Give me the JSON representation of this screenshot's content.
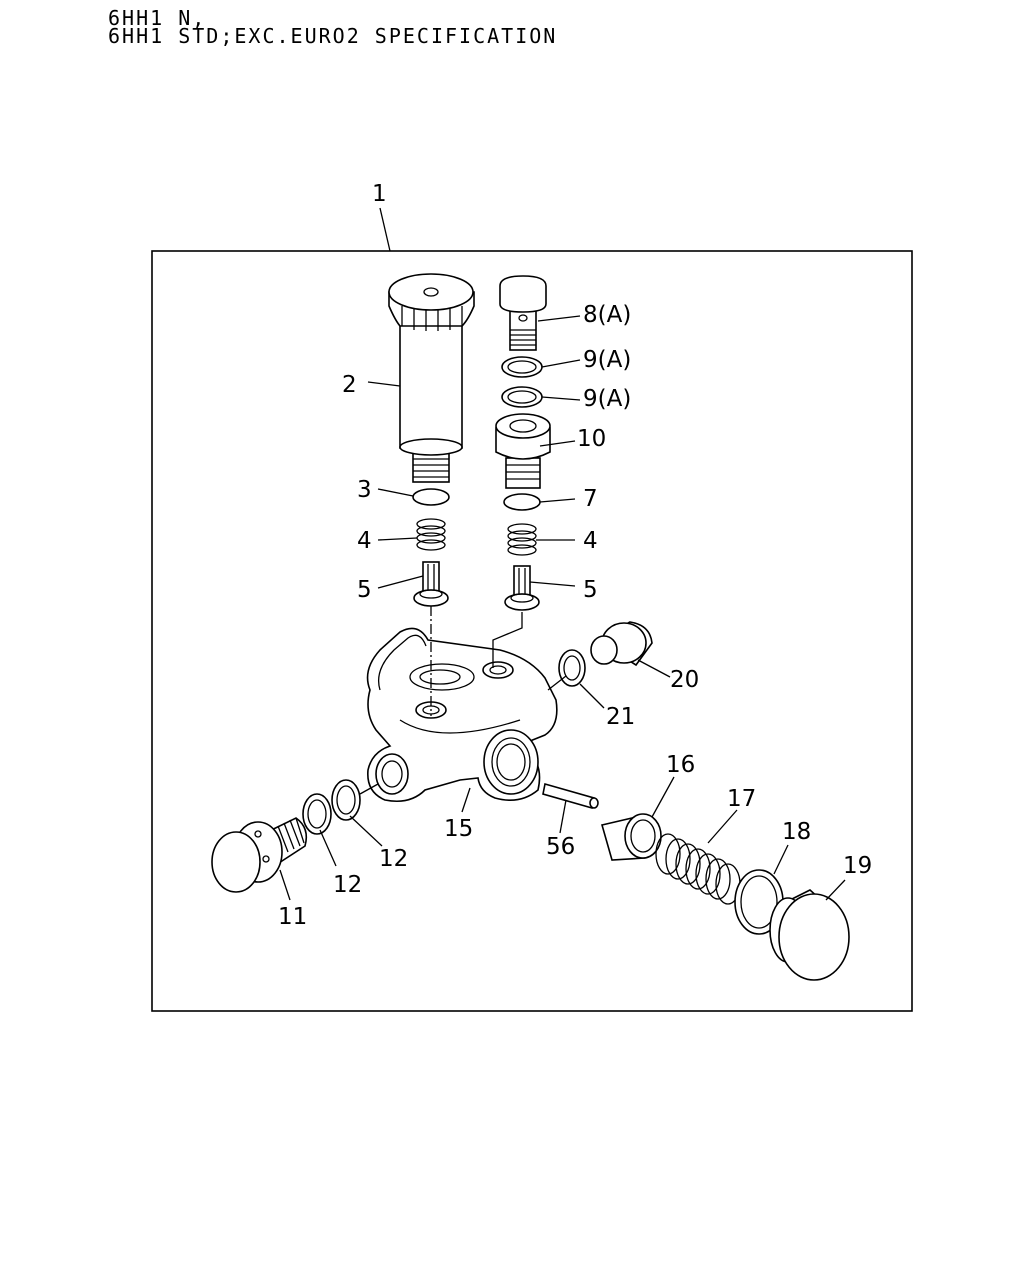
{
  "header": {
    "line1": "6HH1 N,",
    "line2": "6HH1 STD;EXC.EURO2 SPECIFICATION"
  },
  "callouts": {
    "c1": "1",
    "c2": "2",
    "c3": "3",
    "c4a": "4",
    "c4b": "4",
    "c5a": "5",
    "c5b": "5",
    "c7": "7",
    "c8": "8(A)",
    "c9a": "9(A)",
    "c9b": "9(A)",
    "c10": "10",
    "c11": "11",
    "c12a": "12",
    "c12b": "12",
    "c15": "15",
    "c16": "16",
    "c17": "17",
    "c18": "18",
    "c19": "19",
    "c20": "20",
    "c21": "21",
    "c56": "56"
  }
}
